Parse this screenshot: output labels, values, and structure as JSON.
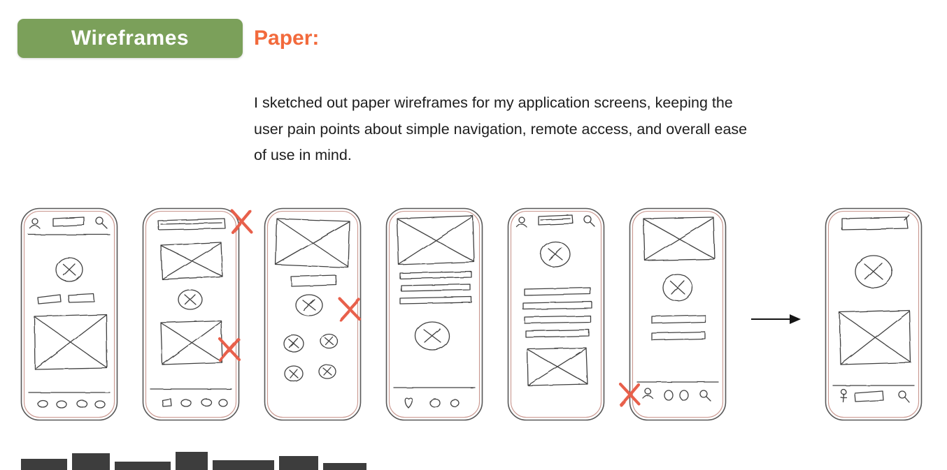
{
  "colors": {
    "badge_green": "#7ba05a",
    "accent_orange": "#f26a3c",
    "annotation_red": "#e8604c",
    "sketch_ink": "#3f3f3f"
  },
  "header": {
    "badge": {
      "label": "Wireframes"
    },
    "section_title": "Paper:"
  },
  "intro": {
    "paragraph": "I sketched out paper wireframes for my application screens, keeping the user pain points about simple navigation, remote access, and overall ease of use in mind."
  },
  "wireframes": {
    "count": 7,
    "items": [
      {
        "id": "sketch-1",
        "rejection_marks": 0
      },
      {
        "id": "sketch-2",
        "rejection_marks": 2
      },
      {
        "id": "sketch-3",
        "rejection_marks": 1
      },
      {
        "id": "sketch-4",
        "rejection_marks": 0
      },
      {
        "id": "sketch-5",
        "rejection_marks": 0
      },
      {
        "id": "sketch-6",
        "rejection_marks": 1
      },
      {
        "id": "sketch-7",
        "rejection_marks": 0,
        "final": true
      }
    ]
  }
}
